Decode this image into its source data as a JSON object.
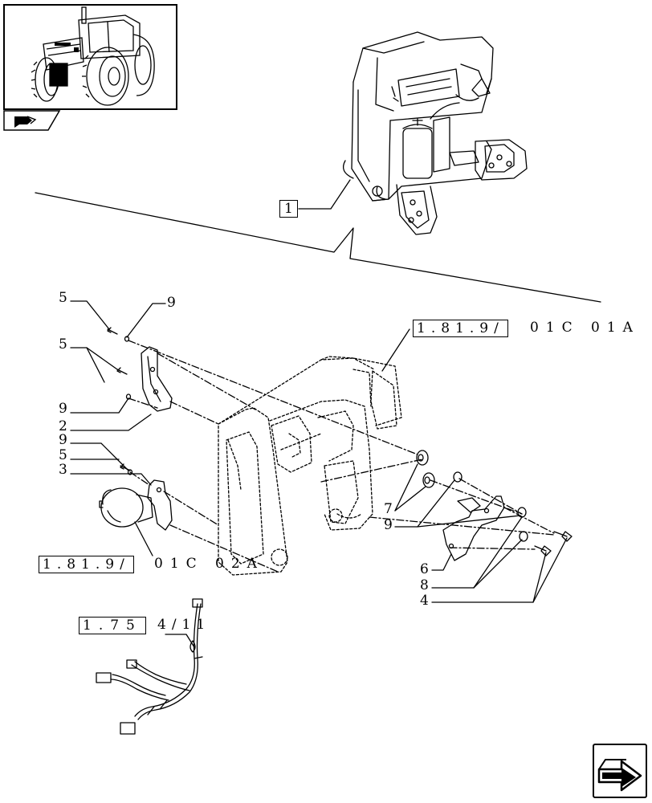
{
  "callouts": {
    "main_assembly": "1",
    "item_5_top": "5",
    "item_9_top": "9",
    "item_5_mid": "5",
    "item_9_mid": "9",
    "item_2": "2",
    "item_9_low": "9",
    "item_5_low": "5",
    "item_3": "3",
    "item_7": "7",
    "item_9_right": "9",
    "item_6": "6",
    "item_8": "8",
    "item_4": "4"
  },
  "references": {
    "ref_a_box": "1.81.9/",
    "ref_a_tail": "01C 01A",
    "ref_b_box": "1.81.9/",
    "ref_b_tail": "01C 02A",
    "ref_c_box": "1.75",
    "ref_c_tail": "4/11"
  },
  "icons": {
    "thumbnail": "tractor-thumbnail-icon",
    "section": "section-tab-icon",
    "next": "next-page-arrow-icon"
  }
}
